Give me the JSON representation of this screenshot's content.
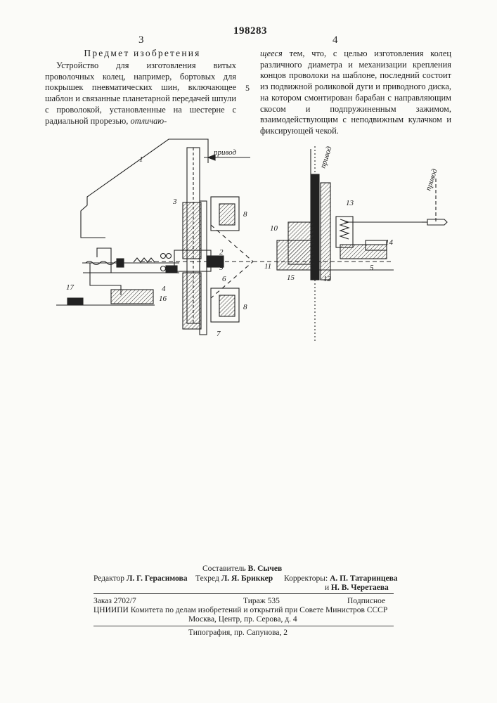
{
  "patent_number": "198283",
  "left_column_number": "3",
  "right_column_number": "4",
  "heading": "Предмет изобретения",
  "line_marker": "5",
  "left_text": "Устройство для изготовления витых проволочных колец, например, бортовых для покрышек пневматических шин, включающее шаблон и связанные планетарной передачей шпули с проволокой, установленные на шестерне с радиальной прорезью,",
  "left_text_italic": "отличаю-",
  "right_text_italic": "щееся",
  "right_text": "тем, что, с целью изготовления колец различного диаметра и механизации крепления концов проволоки на шаблоне, последний состоит из подвижной роликовой дуги и приводного диска, на котором смонтирован барабан с направляющим скосом и подпружиненным зажимом, взаимодействующим с неподвижным кулачком и фиксирующей чекой.",
  "figure": {
    "drive_label": "привод",
    "labels": [
      "1",
      "2",
      "3",
      "4",
      "5",
      "6",
      "7",
      "8",
      "9",
      "10",
      "11",
      "12",
      "13",
      "14",
      "15",
      "16",
      "17"
    ]
  },
  "footer": {
    "compiler_label": "Составитель",
    "compiler_name": "В. Сычев",
    "editor_label": "Редактор",
    "editor_name": "Л. Г. Герасимова",
    "techred_label": "Техред",
    "techred_name": "Л. Я. Бриккер",
    "correctors_label": "Корректоры:",
    "corrector_1": "А. П. Татаринцева",
    "corrector_2": "Н. В. Черетаева",
    "order": "Заказ 2702/7",
    "print_run": "Тираж 535",
    "subscription": "Подписное",
    "institute": "ЦНИИПИ Комитета по делам изобретений и открытий при Совете Министров СССР",
    "address": "Москва, Центр, пр. Серова, д. 4",
    "printing_house": "Типография, пр. Сапунова, 2"
  }
}
